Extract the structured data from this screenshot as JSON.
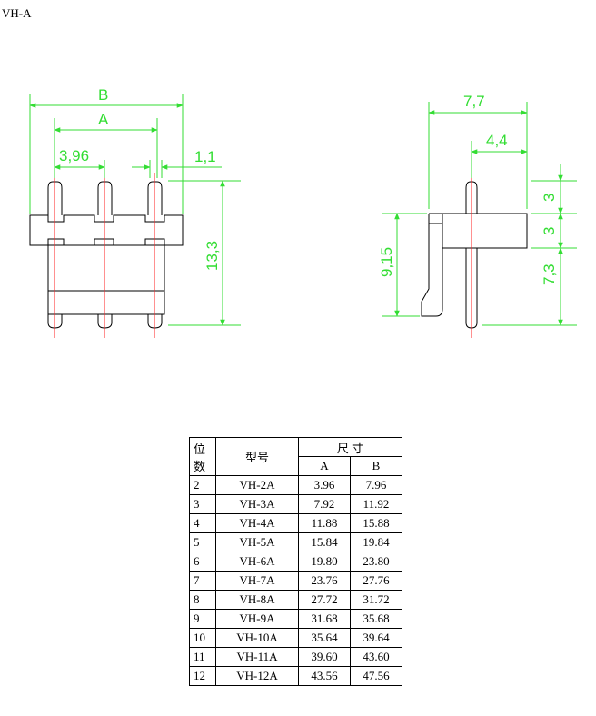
{
  "title": "VH-A",
  "front_view": {
    "dim_B": "B",
    "dim_A": "A",
    "dim_pitch": "3,96",
    "dim_pin": "1,1",
    "dim_height": "13,3"
  },
  "side_view": {
    "dim_width": "7,7",
    "dim_pin_offset": "4,4",
    "dim_top": "3",
    "dim_mid": "3",
    "dim_bottom": "7,3",
    "dim_latch": "9,15"
  },
  "table": {
    "header_pos_1": "位",
    "header_pos_2": "数",
    "header_model": "型号",
    "header_size": "尺  寸",
    "header_a": "A",
    "header_b": "B",
    "rows": [
      {
        "pos": "2",
        "model": "VH-2A",
        "a": "3.96",
        "b": "7.96"
      },
      {
        "pos": "3",
        "model": "VH-3A",
        "a": "7.92",
        "b": "11.92"
      },
      {
        "pos": "4",
        "model": "VH-4A",
        "a": "11.88",
        "b": "15.88"
      },
      {
        "pos": "5",
        "model": "VH-5A",
        "a": "15.84",
        "b": "19.84"
      },
      {
        "pos": "6",
        "model": "VH-6A",
        "a": "19.80",
        "b": "23.80"
      },
      {
        "pos": "7",
        "model": "VH-7A",
        "a": "23.76",
        "b": "27.76"
      },
      {
        "pos": "8",
        "model": "VH-8A",
        "a": "27.72",
        "b": "31.72"
      },
      {
        "pos": "9",
        "model": "VH-9A",
        "a": "31.68",
        "b": "35.68"
      },
      {
        "pos": "10",
        "model": "VH-10A",
        "a": "35.64",
        "b": "39.64"
      },
      {
        "pos": "11",
        "model": "VH-11A",
        "a": "39.60",
        "b": "43.60"
      },
      {
        "pos": "12",
        "model": "VH-12A",
        "a": "43.56",
        "b": "47.56"
      }
    ]
  },
  "colors": {
    "outline": "#000000",
    "dimension": "#33dd33",
    "centerline": "#ff2222"
  }
}
